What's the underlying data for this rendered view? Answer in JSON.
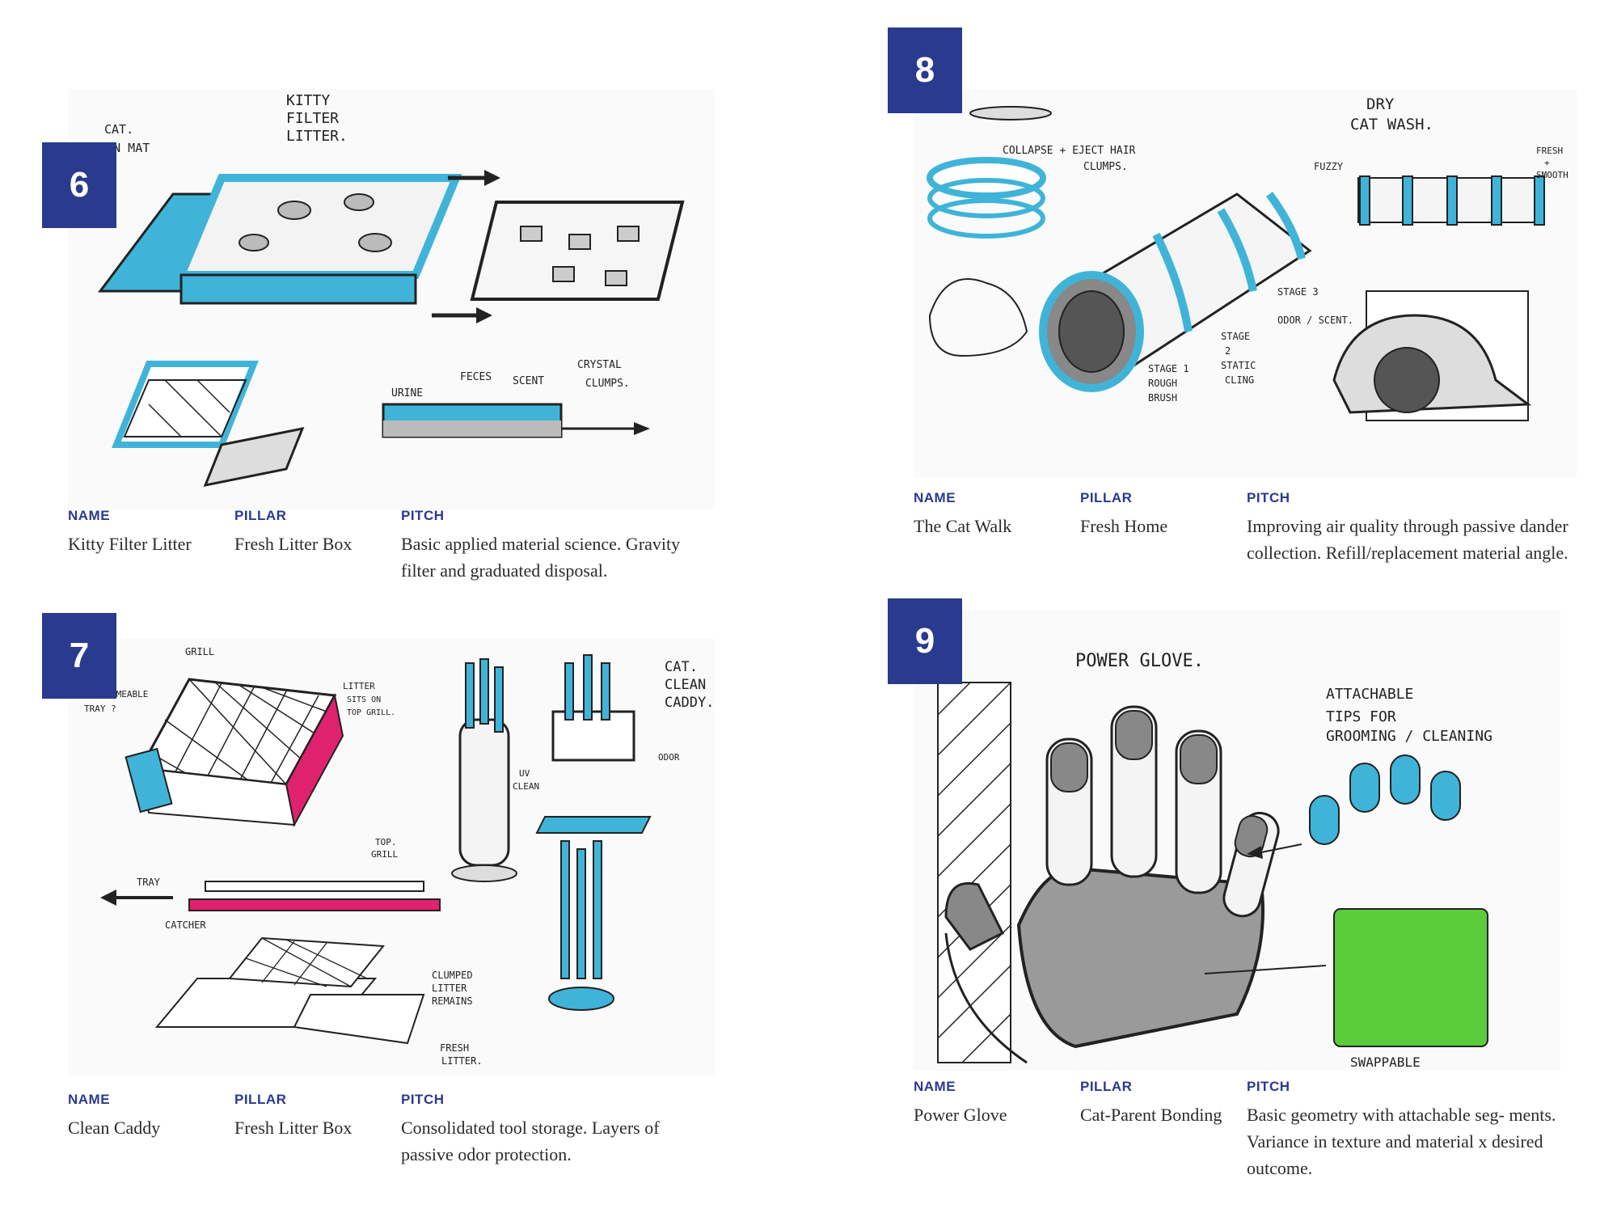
{
  "labels": {
    "name": "NAME",
    "pillar": "PILLAR",
    "pitch": "PITCH"
  },
  "colors": {
    "badge": "#2a3a8f",
    "cyan": "#3fb4d8",
    "magenta": "#e0226e",
    "green": "#5ccd3a"
  },
  "cards": [
    {
      "number": "6",
      "name": "Kitty Filter Litter",
      "pillar": "Fresh Litter Box",
      "pitch": "Basic applied material science. Gravity filter and graduated disposal.",
      "sketch_notes": [
        "KITTY FILTER LITTER.",
        "CAT. CLEAN MAT",
        "URINE",
        "FECES",
        "SCENT",
        "CRYSTAL CLUMPS."
      ]
    },
    {
      "number": "7",
      "name": "Clean Caddy",
      "pillar": "Fresh Litter Box",
      "pitch": "Consolidated tool storage. Layers of passive odor protection.",
      "sketch_notes": [
        "GRILL",
        "URINE-PERMEABLE TRAY ?",
        "LITTER SITS ON TOP GRILL.",
        "CAT. CLEAN CADDY.",
        "UV CLEAN",
        "ODOR",
        "TOP GRILL",
        "TRAY",
        "CATCHER",
        "CLUMPED LITTER REMAINS",
        "FRESH LITTER."
      ]
    },
    {
      "number": "8",
      "name": "The Cat Walk",
      "pillar": "Fresh Home",
      "pitch": "Improving air quality through passive dander collection. Refill/replacement material angle.",
      "sketch_notes": [
        "COLLAPSE + EJECT HAIR CLUMPS.",
        "DRY CAT WASH.",
        "FUZZY",
        "FRESH + SMOOTH",
        "STAGE 1 ROUGH BRUSH",
        "STAGE 2 STATIC CLING",
        "STAGE 3 ODOR / SCENT."
      ]
    },
    {
      "number": "9",
      "name": "Power Glove",
      "pillar": "Cat-Parent Bonding",
      "pitch": "Basic geometry with attachable seg- ments. Variance in texture and material x desired outcome.",
      "sketch_notes": [
        "POWER GLOVE.",
        "ATTACHABLE TIPS FOR GROOMING / CLEANING",
        "SWAPPABLE"
      ]
    }
  ]
}
